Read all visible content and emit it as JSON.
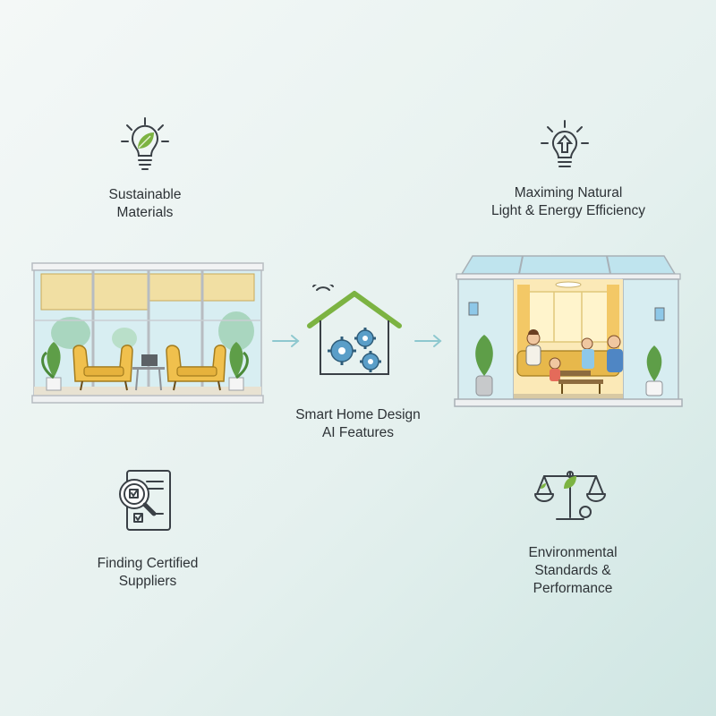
{
  "colors": {
    "accent_green": "#7cb342",
    "icon_stroke": "#3a4046",
    "gear_blue": "#5a9ec8",
    "arrow": "#8ec8cf",
    "frame": "#c9ced3",
    "glass": "#cfe9ee"
  },
  "features": [
    {
      "icon": "lightbulb-leaf-icon",
      "label": "Sustainable\nMaterials"
    },
    {
      "icon": "lightbulb-arrow-icon",
      "label": "Maximing Natural\nLight & Energy Efficiency"
    },
    {
      "icon": "smart-home-gears-icon",
      "label": "Smart Home Design\nAI Features"
    },
    {
      "icon": "checklist-magnifier-icon",
      "label": "Finding Certified\nSuppliers"
    },
    {
      "icon": "balance-scale-leaf-icon",
      "label": "Environmental\nStandards &\nPerformance"
    }
  ],
  "illustrations": {
    "left": "empty-glass-room",
    "right": "family-sunroom"
  }
}
